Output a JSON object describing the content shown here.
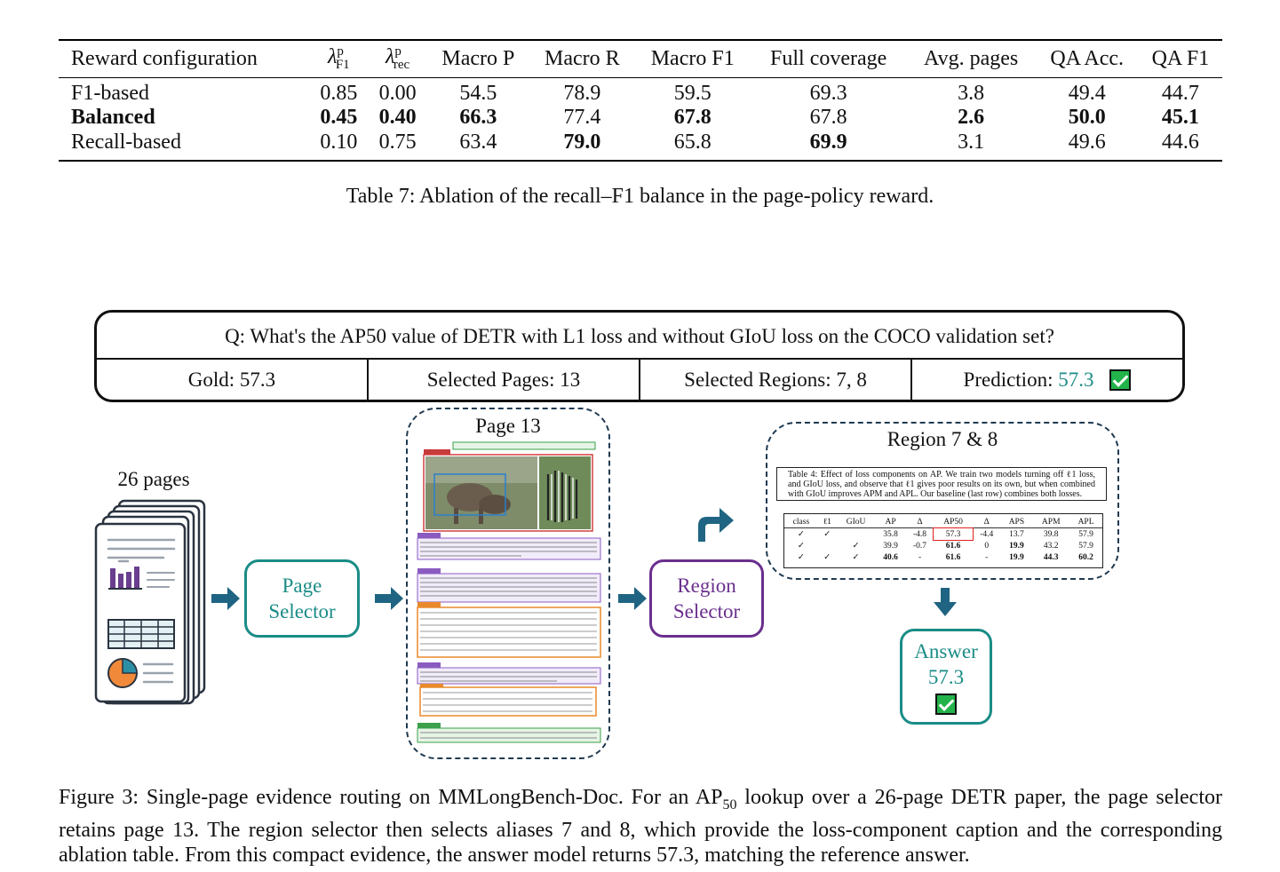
{
  "table7": {
    "headers": [
      "Reward configuration",
      "λ",
      "λ",
      "Macro P",
      "Macro R",
      "Macro F1",
      "Full coverage",
      "Avg. pages",
      "QA Acc.",
      "QA F1"
    ],
    "lambda_sup": "p",
    "lambda_f1_sub": "F1",
    "lambda_rec_sub": "rec",
    "rows": [
      [
        "F1-based",
        "0.85",
        "0.00",
        "54.5",
        "78.9",
        "59.5",
        "69.3",
        "3.8",
        "49.4",
        "44.7"
      ],
      [
        "Balanced",
        "0.45",
        "0.40",
        "66.3",
        "77.4",
        "67.8",
        "67.8",
        "2.6",
        "50.0",
        "45.1"
      ],
      [
        "Recall-based",
        "0.10",
        "0.75",
        "63.4",
        "79.0",
        "65.8",
        "69.9",
        "3.1",
        "49.6",
        "44.6"
      ]
    ],
    "caption": "Table 7: Ablation of the recall–F1 balance in the page-policy reward."
  },
  "figure": {
    "question": "Q: What's the AP50 value of DETR with L1 loss and without GIoU loss on the COCO validation set?",
    "gold": "Gold: 57.3",
    "selected_pages": "Selected Pages: 13",
    "selected_regions": "Selected Regions: 7, 8",
    "prediction_label": "Prediction: ",
    "prediction_value": "57.3",
    "pages_label": "26 pages",
    "page_selector_line1": "Page",
    "page_selector_line2": "Selector",
    "page_title": "Page 13",
    "region_selector_line1": "Region",
    "region_selector_line2": "Selector",
    "region_title": "Region 7 & 8",
    "answer_label": "Answer",
    "answer_value": "57.3",
    "region_caption": "Table 4: Effect of loss components on AP. We train two models turning off ℓ1 loss, and GIoU loss, and observe that ℓ1 gives poor results on its own, but when combined with GIoU improves APM and APL. Our baseline (last row) combines both losses.",
    "region_table": {
      "headers": [
        "class",
        "ℓ1",
        "GIoU",
        "AP",
        "Δ",
        "AP50",
        "Δ",
        "APS",
        "APM",
        "APL"
      ],
      "rows": [
        [
          "✓",
          "✓",
          "",
          "35.8",
          "-4.8",
          "57.3",
          "-4.4",
          "13.7",
          "39.8",
          "57.9"
        ],
        [
          "✓",
          "",
          "✓",
          "39.9",
          "-0.7",
          "61.6",
          "0",
          "19.9",
          "43.2",
          "57.9"
        ],
        [
          "✓",
          "✓",
          "✓",
          "40.6",
          "-",
          "61.6",
          "-",
          "19.9",
          "44.3",
          "60.2"
        ]
      ]
    },
    "colors": {
      "teal": "#1a8c86",
      "purple": "#6a2f8e",
      "navy": "#1e3a52",
      "arrow": "#1f6482",
      "check_green": "#22b34a"
    }
  },
  "figure_caption": {
    "line_a": "Figure 3: Single-page evidence routing on MMLongBench-Doc. For an AP",
    "sub": "50",
    "line_b": " lookup over a 26-page DETR paper, the page selector retains page 13. The region selector then selects aliases 7 and 8, which provide the loss-component caption and the corresponding ablation table. From this compact evidence, the answer model returns 57.3, matching the reference answer."
  }
}
